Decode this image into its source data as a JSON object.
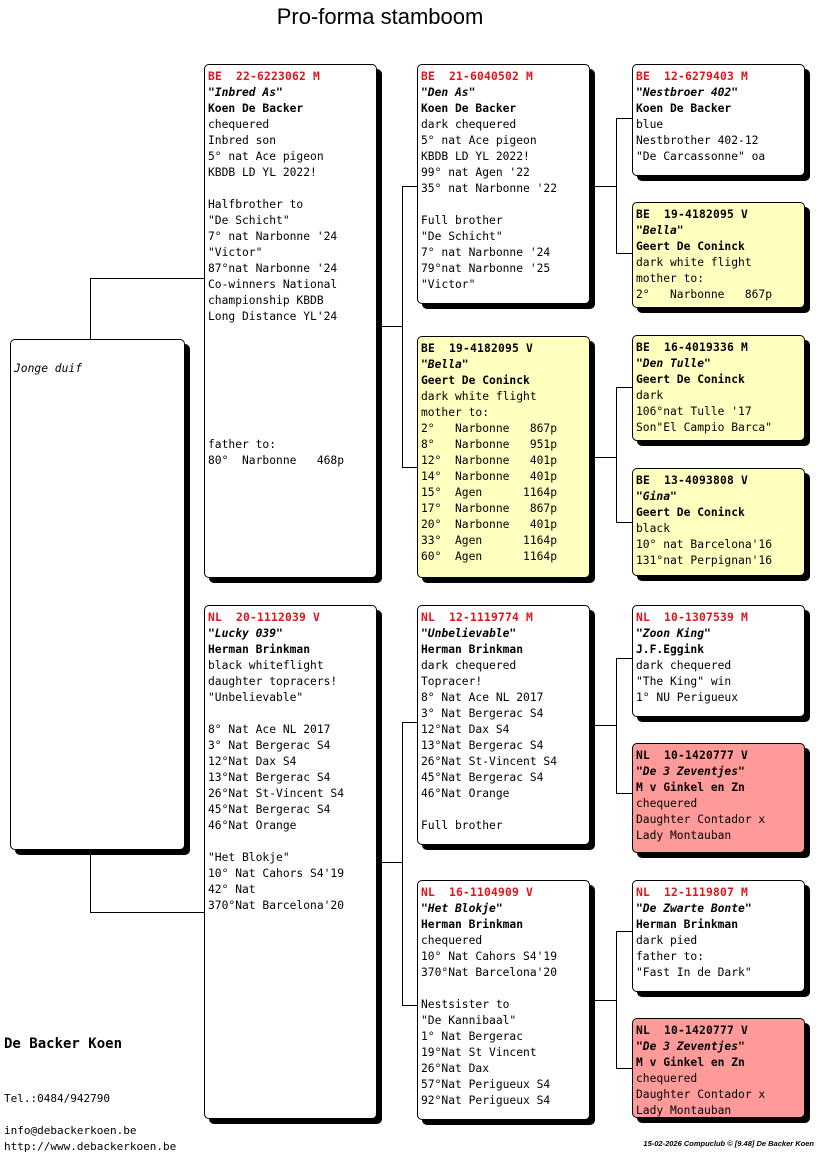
{
  "title": "Pro-forma stamboom",
  "subject": {
    "label": "Jonge duif"
  },
  "pigeons": {
    "f": {
      "ring": "BE  22-6223062 M",
      "name": "\"Inbred As\"",
      "owner": "Koen De Backer",
      "lines": [
        "chequered",
        "Inbred son",
        "5° nat Ace pigeon",
        "KBDB LD YL 2022!",
        "",
        "Halfbrother to",
        "\"De Schicht\"",
        "7° nat Narbonne '24",
        "\"Victor\"",
        "87°nat Narbonne '24",
        "Co-winners National",
        "championship KBDB",
        "Long Distance YL'24",
        "",
        "",
        "",
        "",
        "",
        "",
        "",
        "father to:",
        "80°  Narbonne   468p"
      ]
    },
    "ff": {
      "ring": "BE  21-6040502 M",
      "name": "\"Den As\"",
      "owner": "Koen De Backer",
      "lines": [
        "dark chequered",
        "5° nat Ace pigeon",
        "KBDB LD YL 2022!",
        "99° nat Agen '22",
        "35° nat Narbonne '22",
        "",
        "Full brother",
        "\"De Schicht\"",
        "7° nat Narbonne '24",
        "79°nat Narbonne '25",
        "\"Victor\""
      ]
    },
    "fff": {
      "ring": "BE  12-6279403 M",
      "name": "\"Nestbroer 402\"",
      "owner": "Koen De Backer",
      "lines": [
        "blue",
        "Nestbrother 402-12",
        "\"De Carcassonne\" oa"
      ]
    },
    "ffm": {
      "ring": "BE  19-4182095 V",
      "name": "\"Bella\"",
      "owner": "Geert De Coninck",
      "lines": [
        "dark white flight",
        "mother to:",
        "2°   Narbonne   867p"
      ]
    },
    "fm": {
      "ring": "BE  19-4182095 V",
      "name": "\"Bella\"",
      "owner": "Geert De Coninck",
      "lines": [
        "dark white flight",
        "mother to:",
        "2°   Narbonne   867p",
        "8°   Narbonne   951p",
        "12°  Narbonne   401p",
        "14°  Narbonne   401p",
        "15°  Agen      1164p",
        "17°  Narbonne   867p",
        "20°  Narbonne   401p",
        "33°  Agen      1164p",
        "60°  Agen      1164p"
      ]
    },
    "fmf": {
      "ring": "BE  16-4019336 M",
      "name": "\"Den Tulle\"",
      "owner": "Geert De Coninck",
      "lines": [
        "dark",
        "106°nat Tulle '17",
        "Son\"El Campio Barca\""
      ]
    },
    "fmm": {
      "ring": "BE  13-4093808 V",
      "name": "\"Gina\"",
      "owner": "Geert De Coninck",
      "lines": [
        "black",
        "10° nat Barcelona'16",
        "131°nat Perpignan'16"
      ]
    },
    "m": {
      "ring": "NL  20-1112039 V",
      "name": "\"Lucky 039\"",
      "owner": "Herman Brinkman",
      "lines": [
        "black whiteflight",
        "daughter topracers!",
        "\"Unbelievable\"",
        "",
        "8° Nat Ace NL 2017",
        "3° Nat Bergerac S4",
        "12°Nat Dax S4",
        "13°Nat Bergerac S4",
        "26°Nat St-Vincent S4",
        "45°Nat Bergerac S4",
        "46°Nat Orange",
        "",
        "\"Het Blokje\"",
        "10° Nat Cahors S4'19",
        "42° Nat",
        "370°Nat Barcelona'20"
      ]
    },
    "mf": {
      "ring": "NL  12-1119774 M",
      "name": "\"Unbelievable\"",
      "owner": "Herman Brinkman",
      "lines": [
        "dark chequered",
        "Topracer!",
        "8° Nat Ace NL 2017",
        "3° Nat Bergerac S4",
        "12°Nat Dax S4",
        "13°Nat Bergerac S4",
        "26°Nat St-Vincent S4",
        "45°Nat Bergerac S4",
        "46°Nat Orange",
        "",
        "Full brother"
      ]
    },
    "mff": {
      "ring": "NL  10-1307539 M",
      "name": "\"Zoon King\"",
      "owner": "J.F.Eggink",
      "lines": [
        "dark chequered",
        "\"The King\" win",
        "1° NU Perigueux"
      ]
    },
    "mfm": {
      "ring": "NL  10-1420777 V",
      "name": "\"De 3 Zeventjes\"",
      "owner": "M v Ginkel en Zn",
      "lines": [
        "chequered",
        "Daughter Contador x",
        "Lady Montauban"
      ]
    },
    "mm": {
      "ring": "NL  16-1104909 V",
      "name": "\"Het Blokje\"",
      "owner": "Herman Brinkman",
      "lines": [
        "chequered",
        "10° Nat Cahors S4'19",
        "370°Nat Barcelona'20",
        "",
        "Nestsister to",
        "\"De Kannibaal\"",
        "1° Nat Bergerac",
        "19°Nat St Vincent",
        "26°Nat Dax",
        "57°Nat Perigueux S4",
        "92°Nat Perigueux S4"
      ]
    },
    "mmf": {
      "ring": "NL  12-1119807 M",
      "name": "\"De Zwarte Bonte\"",
      "owner": "Herman Brinkman",
      "lines": [
        "dark pied",
        "father to:",
        "\"Fast In de Dark\""
      ]
    },
    "mmm": {
      "ring": "NL  10-1420777 V",
      "name": "\"De 3 Zeventjes\"",
      "owner": "M v Ginkel en Zn",
      "lines": [
        "chequered",
        "Daughter Contador x",
        "Lady Montauban"
      ]
    }
  },
  "footer": {
    "name": "De Backer Koen",
    "tel": "Tel.:0484/942790",
    "email": "info@debackerkoen.be",
    "web": "http://www.debackerkoen.be",
    "stamp": "15-02-2026   Compuclub © [9.48]  De Backer Koen"
  }
}
